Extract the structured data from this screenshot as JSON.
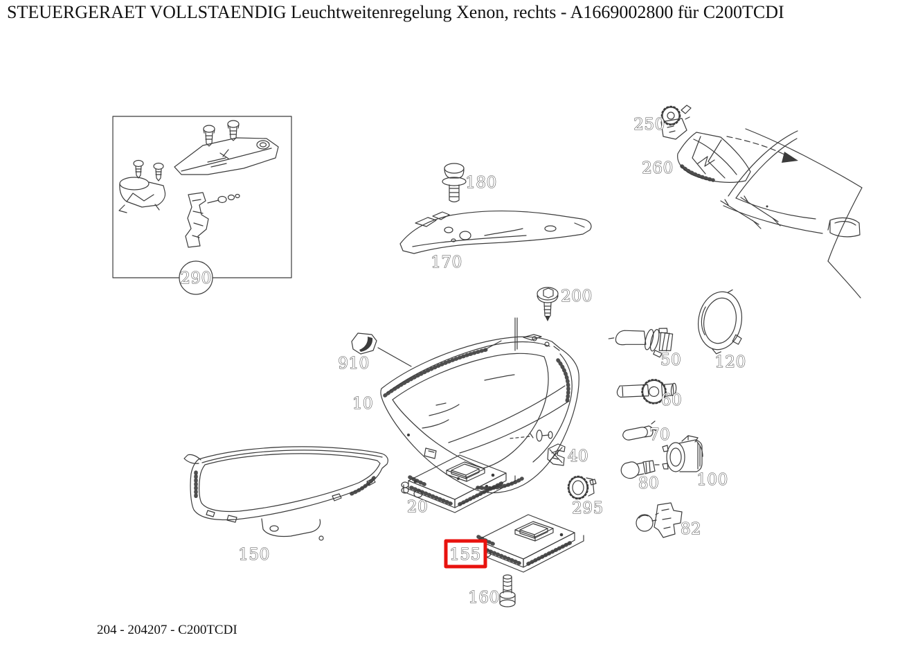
{
  "page": {
    "title": "STEUERGERAET VOLLSTAENDIG Leuchtweitenregelung Xenon, rechts - A1669002800 für C200TCDI",
    "footer": "204 - 204207 - C200TCDI"
  },
  "diagram": {
    "highlighted_part": "155",
    "highlight_color": "#e8120e",
    "line_color": "#3b3b3b",
    "labels": [
      "290",
      "180",
      "170",
      "250",
      "260",
      "200",
      "910",
      "10",
      "50",
      "120",
      "60",
      "70",
      "80",
      "100",
      "40",
      "295",
      "82",
      "20",
      "150",
      "155",
      "160"
    ]
  }
}
